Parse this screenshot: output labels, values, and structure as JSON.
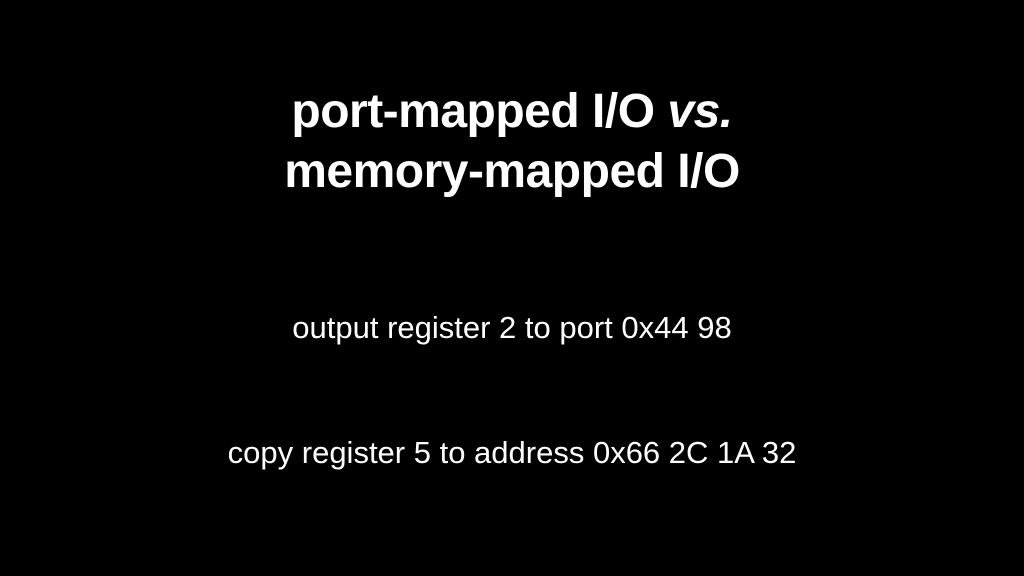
{
  "slide": {
    "title": {
      "line1_prefix": "port-mapped I/O ",
      "line1_emphasis": "vs.",
      "line2": "memory-mapped I/O"
    },
    "lines": [
      "output register 2 to port 0x44 98",
      "copy register 5 to address 0x66 2C 1A 32"
    ],
    "colors": {
      "background": "#000000",
      "text": "#ffffff"
    }
  }
}
